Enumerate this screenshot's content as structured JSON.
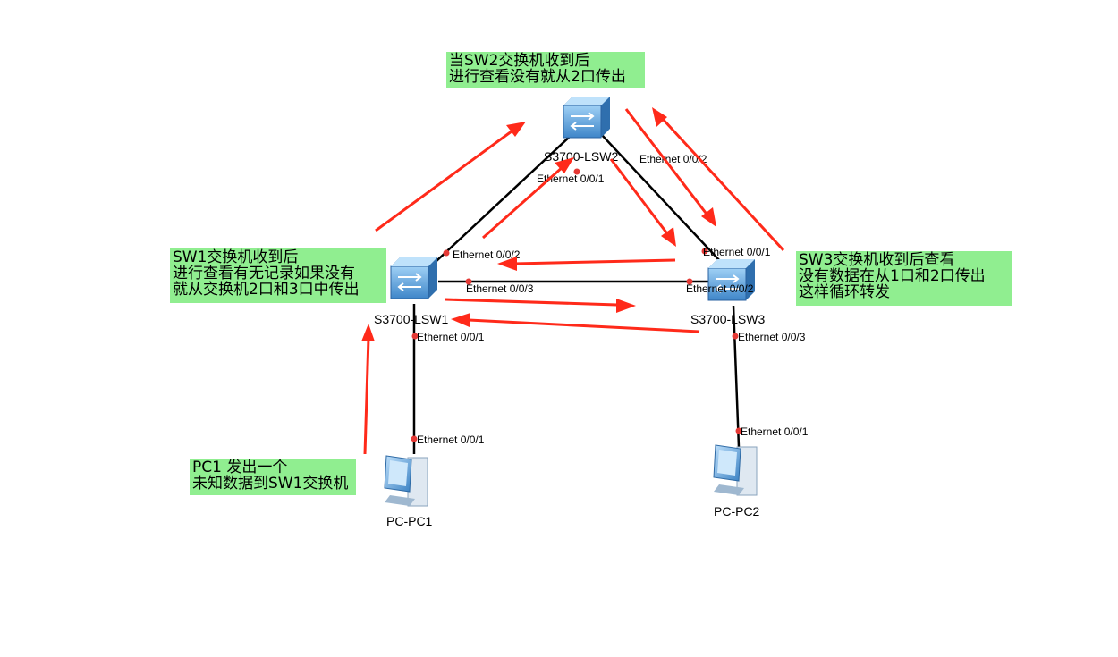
{
  "devices": {
    "sw1": {
      "label": "S3700-LSW1"
    },
    "sw2": {
      "label": "S3700-LSW2"
    },
    "sw3": {
      "label": "S3700-LSW3"
    },
    "pc1": {
      "label": "PC-PC1"
    },
    "pc2": {
      "label": "PC-PC2"
    }
  },
  "ports": {
    "sw2_p1": "Ethernet 0/0/1",
    "sw2_p2": "Ethernet 0/0/2",
    "sw1_p2": "Ethernet 0/0/2",
    "sw1_p3": "Ethernet 0/0/3",
    "sw1_p1": "Ethernet 0/0/1",
    "sw3_p1": "Ethernet 0/0/1",
    "sw3_p2": "Ethernet 0/0/2",
    "sw3_p3": "Ethernet 0/0/3",
    "pc1_p1": "Ethernet 0/0/1",
    "pc2_p1": "Ethernet 0/0/1"
  },
  "notes": {
    "sw2": {
      "line1": "当SW2交换机收到后",
      "line2": "进行查看没有就从2口传出"
    },
    "sw1": {
      "line1": "SW1交换机收到后",
      "line2": "进行查看有无记录如果没有",
      "line3": "就从交换机2口和3口中传出"
    },
    "sw3": {
      "line1": "SW3交换机收到后查看",
      "line2": "没有数据在从1口和2口传出",
      "line3": "这样循环转发"
    },
    "pc1": {
      "line1": "PC1 发出一个",
      "line2": "未知数据到SW1交换机"
    }
  },
  "colors": {
    "note_bg": "#90ee90",
    "arrow": "#ff2a1a",
    "link": "#000000",
    "port_dot": "#e53935",
    "switch_icon": "#4a90d9"
  }
}
